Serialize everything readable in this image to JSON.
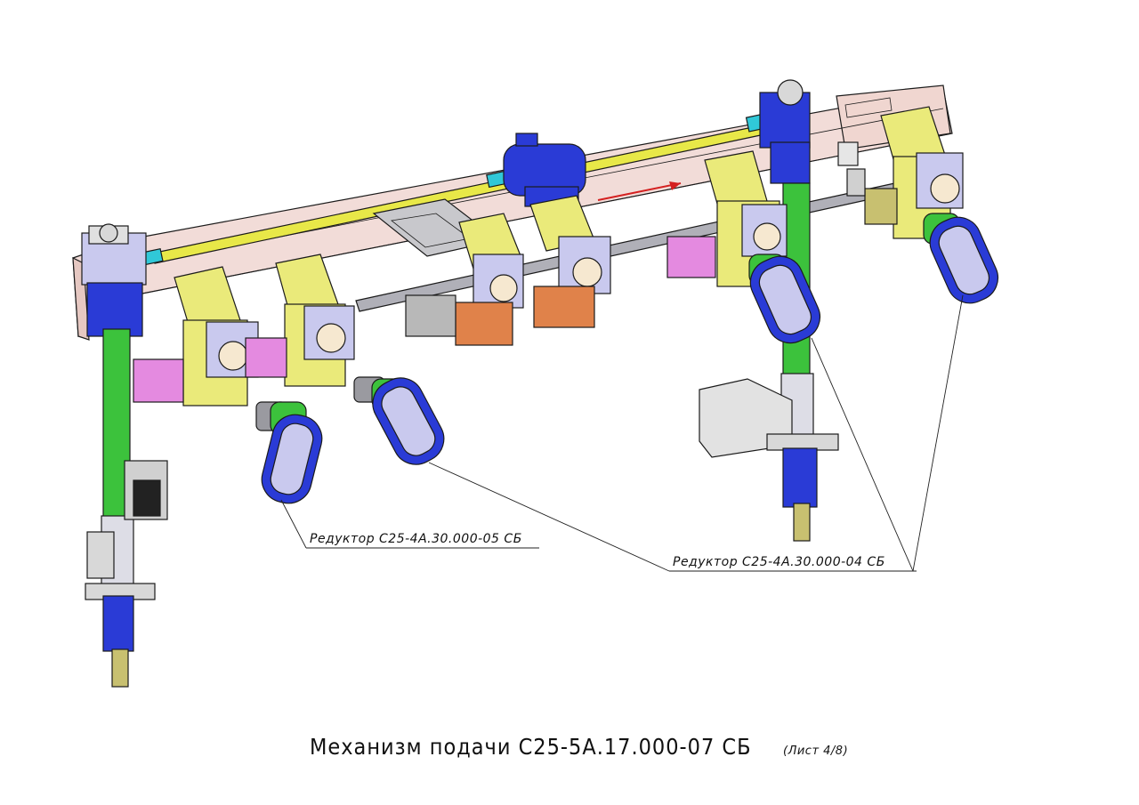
{
  "title": {
    "main": "Механизм подачи С25-5А.17.000-07 СБ",
    "sheet": "(Лист 4/8)"
  },
  "callouts": [
    {
      "text": "Редуктор С25-4А.30.000-05 СБ"
    },
    {
      "text": "Редуктор С25-4А.30.000-04 СБ"
    }
  ],
  "colors": {
    "beam": "#f2dcd8",
    "column": "#3cc23c",
    "yellow_bracket": "#eaea7a",
    "blue_motor": "#2a3bd6",
    "gearbox": "#c9c9ee",
    "pink_motor": "#e48ae0",
    "orange_plate": "#e0824a",
    "bronze_base": "#c8c070",
    "grey_bracket": "#d8d8d8",
    "cyan_coupling": "#30c8d8",
    "shaft_yellow": "#e8e848"
  }
}
